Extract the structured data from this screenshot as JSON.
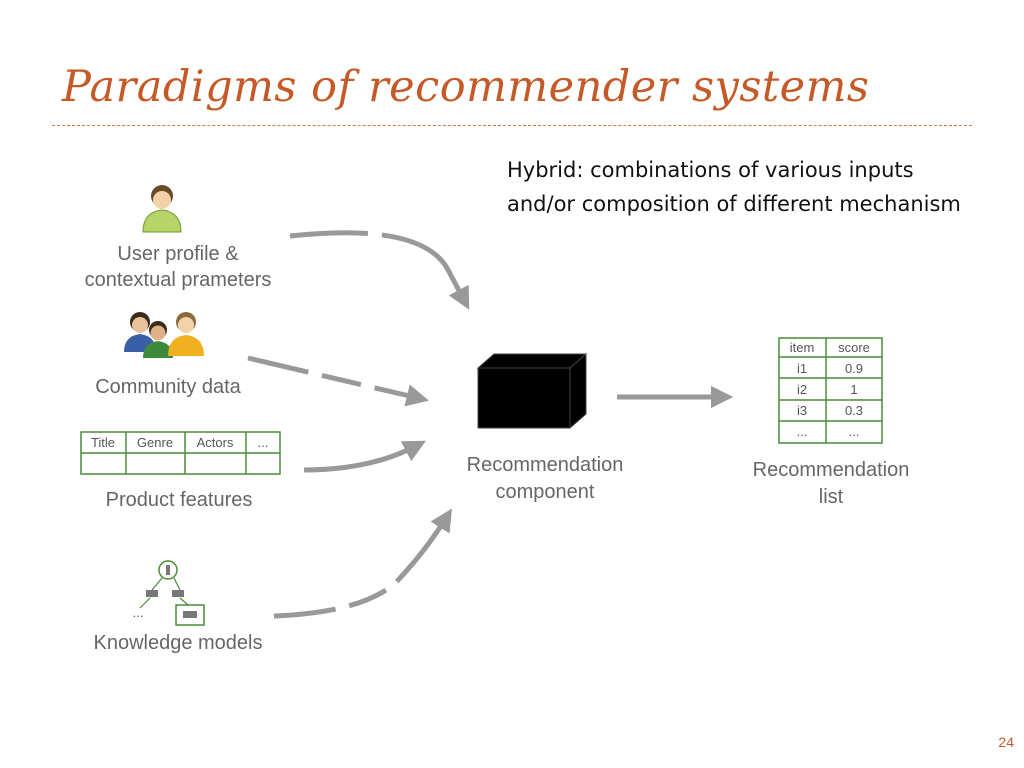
{
  "slide": {
    "title": "Paradigms of recommender systems",
    "note": "Hybrid: combinations of various inputs and/or composition of different mechanism",
    "page_number": "24"
  },
  "inputs": {
    "user_profile": {
      "label_line1": "User profile &",
      "label_line2": "contextual prameters",
      "icon": "user-icon"
    },
    "community": {
      "label": "Community data",
      "icon": "group-icon"
    },
    "product": {
      "label": "Product features",
      "columns": [
        "Title",
        "Genre",
        "Actors",
        "..."
      ]
    },
    "knowledge": {
      "label": "Knowledge models",
      "icon": "tree-icon",
      "ellipsis": "..."
    }
  },
  "component": {
    "label_line1": "Recommendation",
    "label_line2": "component",
    "icon": "black-box-icon"
  },
  "output": {
    "label_line1": "Recommendation",
    "label_line2": "list",
    "table": {
      "headers": [
        "item",
        "score"
      ],
      "rows": [
        [
          "i1",
          "0.9"
        ],
        [
          "i2",
          "1"
        ],
        [
          "i3",
          "0.3"
        ],
        [
          "...",
          "..."
        ]
      ]
    }
  },
  "colors": {
    "title": "#c55a28",
    "arrow": "#999999",
    "label": "#666666",
    "green": "#4a8c3a"
  }
}
